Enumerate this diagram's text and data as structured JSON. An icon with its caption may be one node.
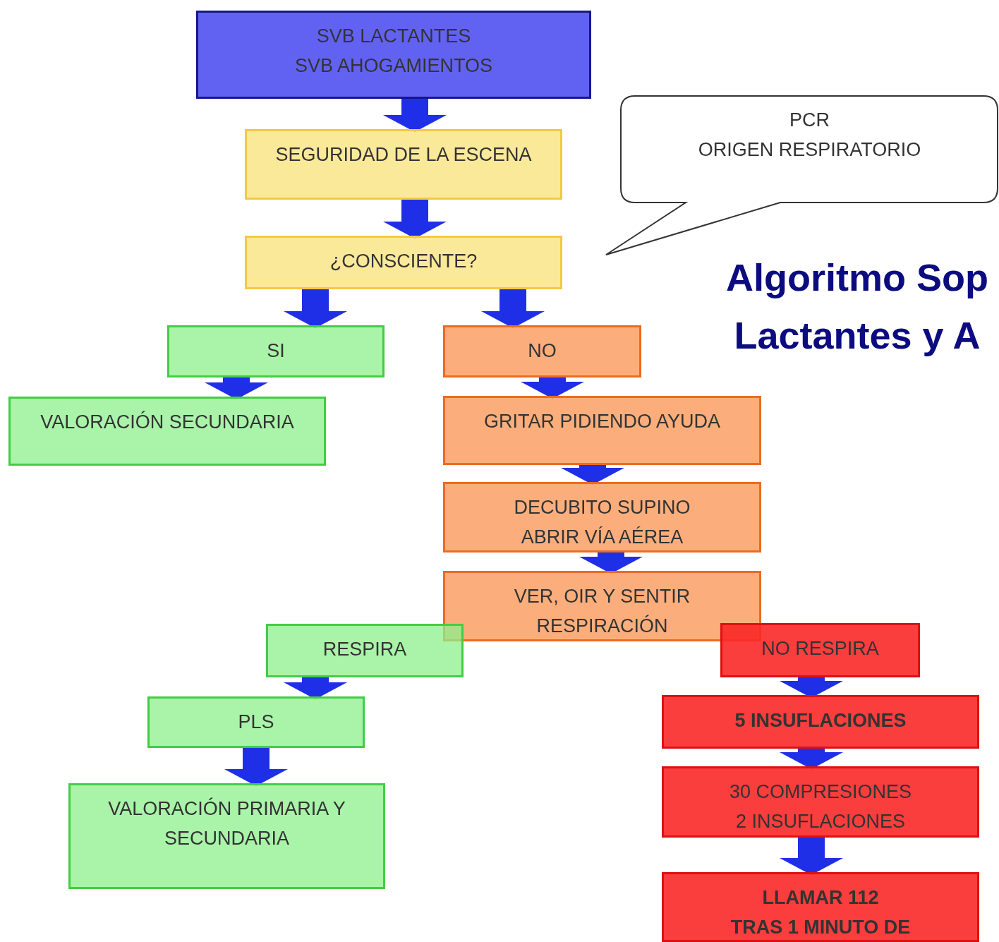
{
  "diagram": {
    "title": "Algoritmo Sop Lactantes y A",
    "nodes": [
      {
        "text": [
          "SVB LACTANTES",
          "SVB AHOGAMIENTOS"
        ]
      },
      {
        "text": [
          "SEGURIDAD DE LA ESCENA"
        ]
      },
      {
        "text": [
          "¿CONSCIENTE?"
        ]
      },
      {
        "text": [
          "SI"
        ]
      },
      {
        "text": [
          "NO"
        ]
      },
      {
        "text": [
          "VALORACIÓN SECUNDARIA"
        ]
      },
      {
        "text": [
          "GRITAR PIDIENDO AYUDA"
        ]
      },
      {
        "text": [
          "DECUBITO SUPINO",
          "ABRIR VÍA AÉREA"
        ]
      },
      {
        "text": [
          "VER, OIR Y SENTIR RESPIRACIÓN"
        ]
      },
      {
        "text": [
          "RESPIRA"
        ]
      },
      {
        "text": [
          "NO RESPIRA"
        ]
      },
      {
        "text": [
          "PLS"
        ]
      },
      {
        "text": [
          "5 INSUFLACIONES"
        ]
      },
      {
        "text": [
          "30 COMPRESIONES",
          "2 INSUFLACIONES"
        ]
      },
      {
        "text": [
          "VALORACIÓN PRIMARIA Y SECUNDARIA"
        ]
      },
      {
        "text": [
          "LLAMAR 112",
          "TRAS 1 MINUTO DE"
        ]
      },
      {
        "text": [
          "PCR",
          "ORIGEN RESPIRATORIO"
        ]
      }
    ],
    "edges": [
      {
        "from": 0,
        "to": 1,
        "arrow": "to"
      },
      {
        "from": 1,
        "to": 2,
        "arrow": "to"
      },
      {
        "from": 2,
        "to": 3,
        "arrow": "to"
      },
      {
        "from": 2,
        "to": 4,
        "arrow": "to"
      },
      {
        "from": 3,
        "to": 5,
        "arrow": "to"
      },
      {
        "from": 4,
        "to": 6,
        "arrow": "to"
      },
      {
        "from": 6,
        "to": 7,
        "arrow": "to"
      },
      {
        "from": 7,
        "to": 8,
        "arrow": "to"
      },
      {
        "from": 9,
        "to": 11,
        "arrow": "to"
      },
      {
        "from": 11,
        "to": 14,
        "arrow": "to"
      },
      {
        "from": 10,
        "to": 12,
        "arrow": "to"
      },
      {
        "from": 12,
        "to": 13,
        "arrow": "to"
      },
      {
        "from": 13,
        "to": 15,
        "arrow": "to"
      }
    ]
  }
}
